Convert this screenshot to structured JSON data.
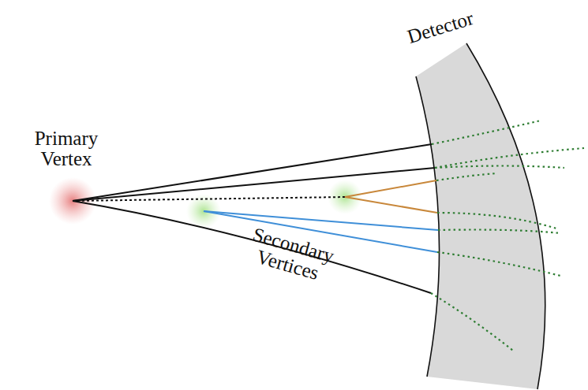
{
  "diagram": {
    "labels": [
      "Detector",
      "Primary Vertex",
      "Secondary Vertices"
    ]
  }
}
